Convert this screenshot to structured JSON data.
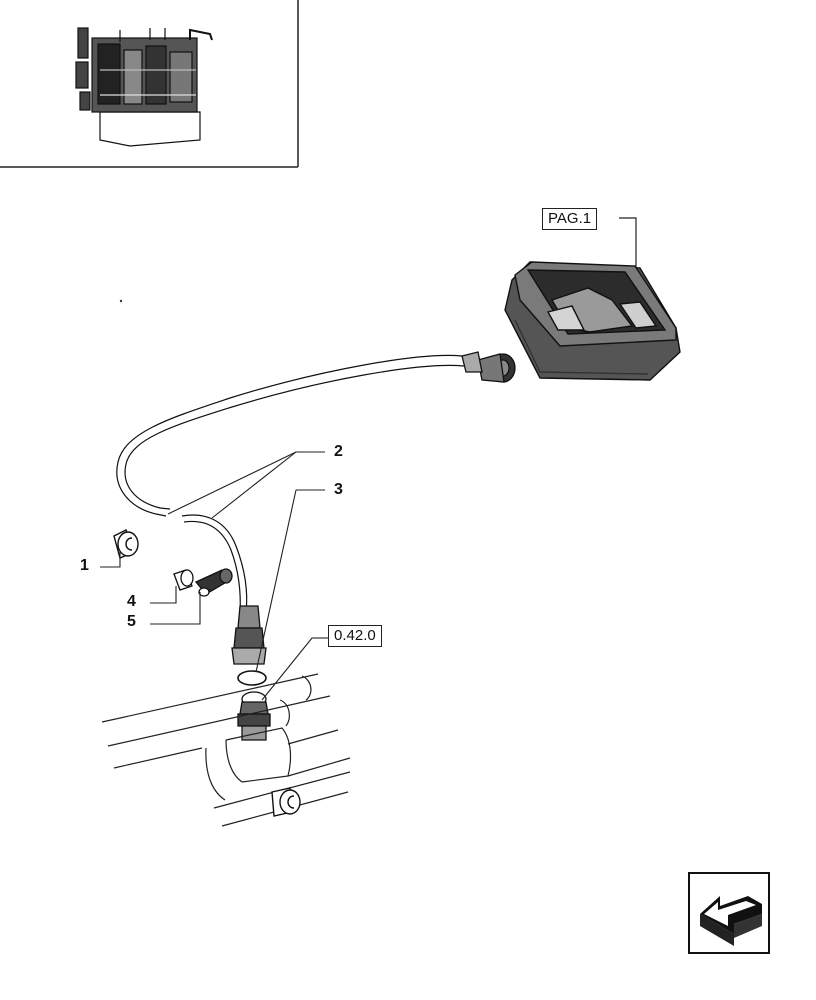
{
  "references": {
    "page_ref": "PAG.1",
    "section_ref": "0.42.0"
  },
  "callouts": [
    {
      "id": "callout-1",
      "text": "1"
    },
    {
      "id": "callout-2",
      "text": "2"
    },
    {
      "id": "callout-3",
      "text": "3"
    },
    {
      "id": "callout-4",
      "text": "4"
    },
    {
      "id": "callout-5",
      "text": "5"
    }
  ],
  "icons": {
    "engine_thumbnail": "engine-thumbnail-icon",
    "nav_button": "back-arrow-icon"
  }
}
